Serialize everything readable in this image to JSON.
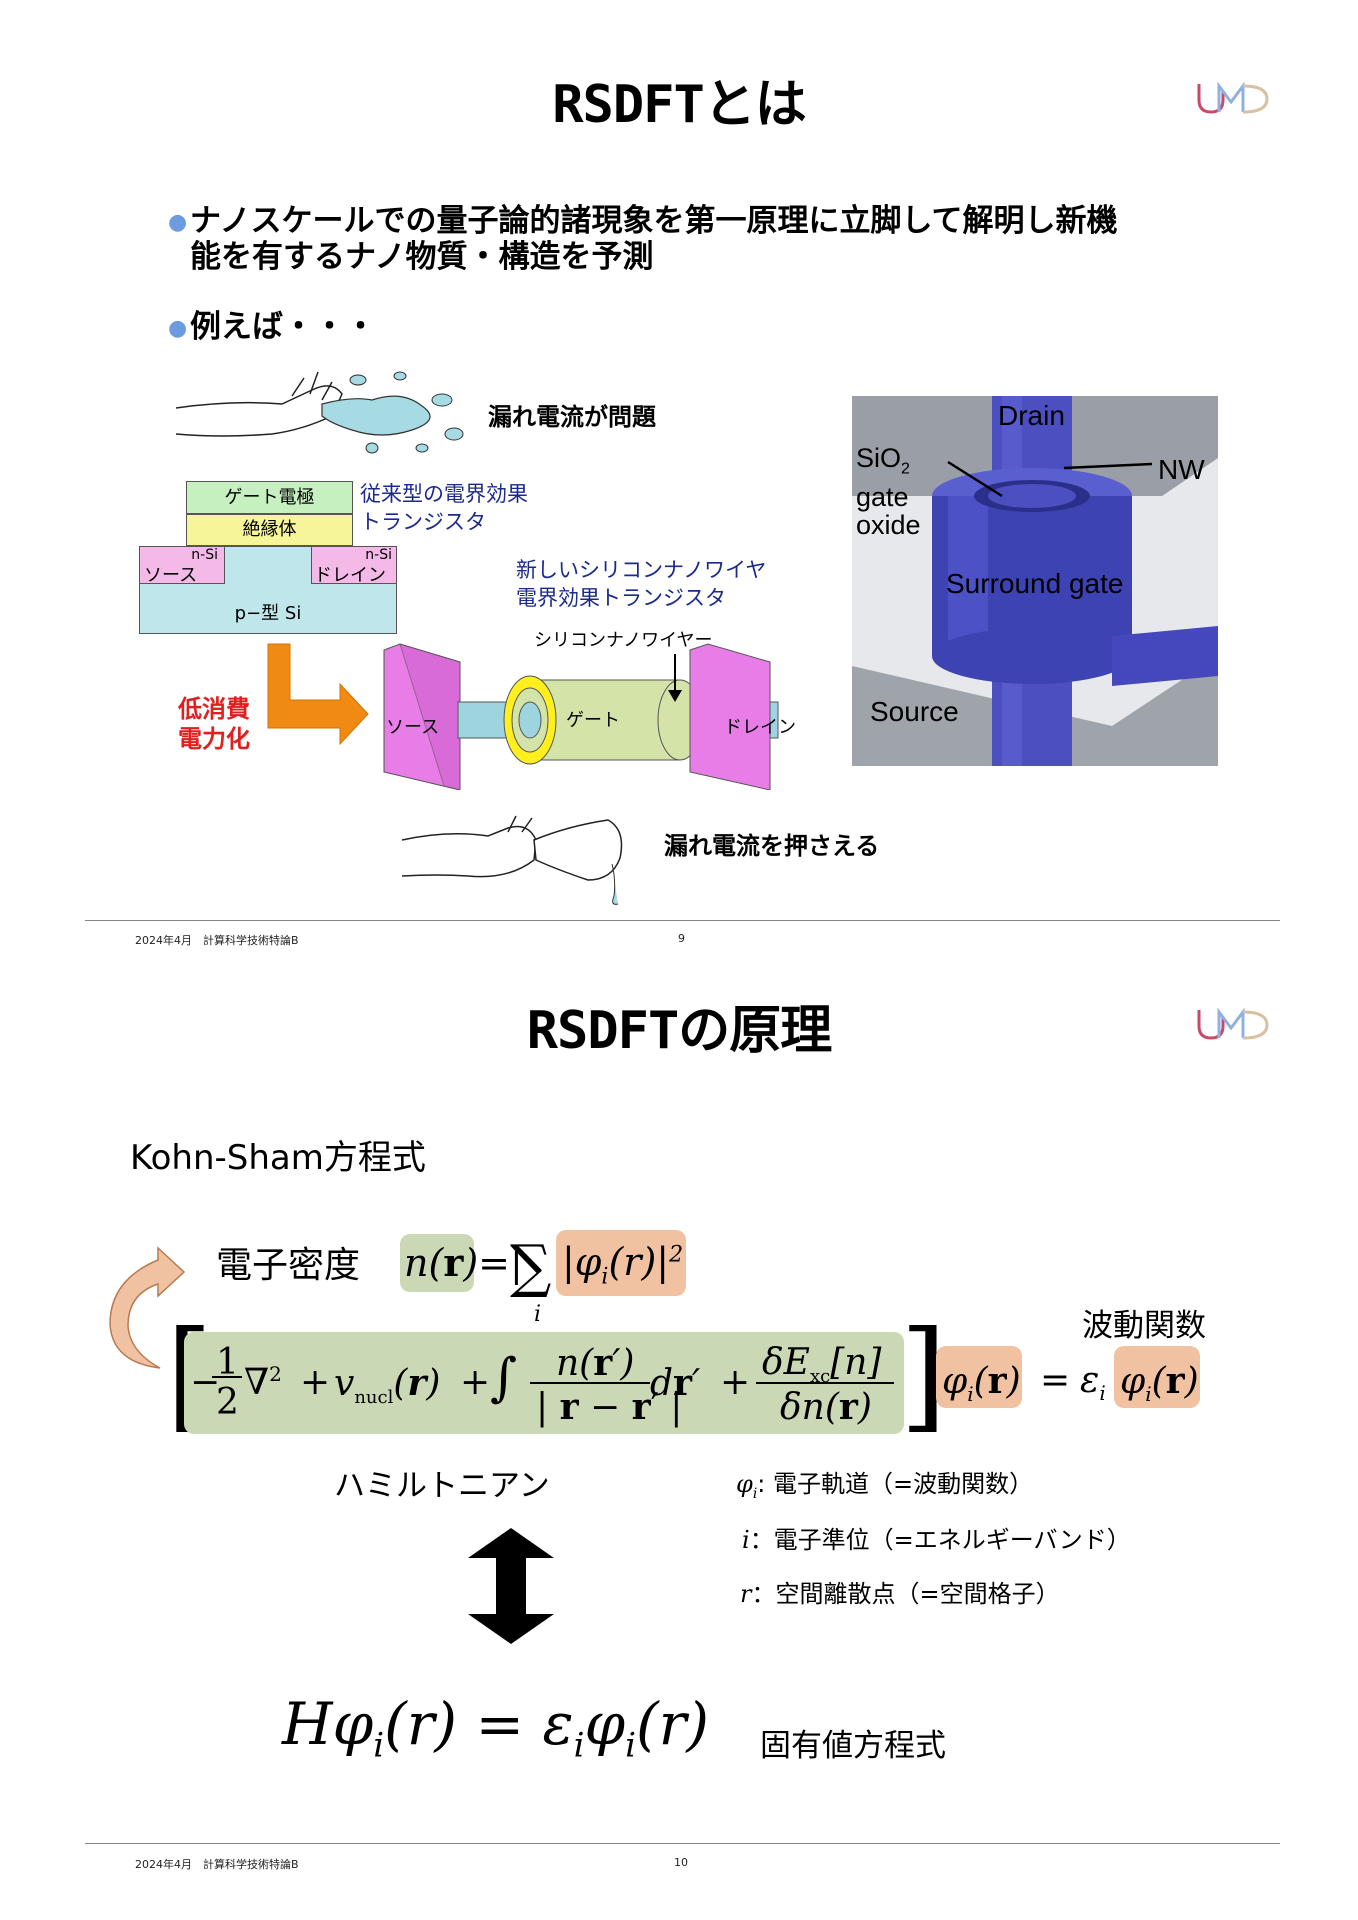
{
  "slide1": {
    "title": "RSDFTとは",
    "bullet1_line1": "ナノスケールでの量子論的諸現象を第一原理に立脚して解明し新機",
    "bullet1_line2": "能を有するナノ物質・構造を予測",
    "bullet2": "例えば・・・",
    "leak_problem": "漏れ電流が問題",
    "leak_suppress": "漏れ電流を押さえる",
    "conventional_fet_line1": "従来型の電界効果",
    "conventional_fet_line2": "トランジスタ",
    "new_fet_line1": "新しいシリコンナノワイヤ",
    "new_fet_line2": "電界効果トランジスタ",
    "gate_electrode": "ゲート電極",
    "insulator": "絶縁体",
    "n_si_left": "n-Si",
    "n_si_right": "n-Si",
    "source": "ソース",
    "drain": "ドレイン",
    "p_si": "p−型 Si",
    "low_power_line1": "低消費",
    "low_power_line2": "電力化",
    "nanowire_label": "シリコンナノワイヤー",
    "nw_source": "ソース",
    "nw_gate": "ゲート",
    "nw_drain": "ドレイン",
    "image_drain": "Drain",
    "image_sio2": "SiO",
    "image_sio2_sub": "2",
    "image_gate": "gate",
    "image_oxide": "oxide",
    "image_nw": "NW",
    "image_surround": "Surround gate",
    "image_source": "Source",
    "footer_left": "2024年4月　計算科学技術特論B",
    "page_number": "9"
  },
  "slide2": {
    "title": "RSDFTの原理",
    "ks_heading": "Kohn-Sham方程式",
    "density_label": "電子密度",
    "wavefunction_label": "波動関数",
    "hamiltonian_label": "ハミルトニアン",
    "eigen_label": "固有値方程式",
    "legend_phi_sym": "φ",
    "legend_phi_sub": "i",
    "legend_phi_text": ": 電子軌道（=波動関数）",
    "legend_i_sym": "i",
    "legend_i_text": "：電子準位（=エネルギーバンド）",
    "legend_r_sym": "r",
    "legend_r_text": "：空間離散点（=空間格子）",
    "footer_left": "2024年4月　計算科学技術特論B",
    "page_number": "10"
  },
  "colors": {
    "bullet": "#6d9be0",
    "note_blue": "#1c2a8c",
    "low_power_red": "#e02020",
    "arrow_orange": "#f08a12",
    "pink_block": "#e87de8",
    "cylinder": "#d4e4a8",
    "gate_box": "#c6f0c0",
    "insulator_box": "#f7f59a",
    "source_drain_box": "#f4b9e6",
    "substrate": "#bfe6ea",
    "hamiltonian_bg": "#cbd8b6",
    "wavefn_bg": "#f0c2a2"
  }
}
